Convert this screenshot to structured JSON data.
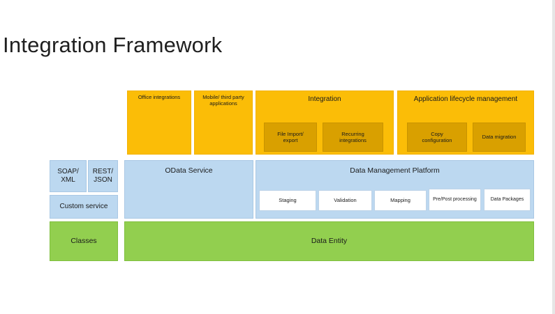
{
  "title": "Integration Framework",
  "diagram": {
    "top_row": {
      "office_integrations": "Office integrations",
      "mobile_apps": "Mobile/ third party\napplications",
      "integration": {
        "title": "Integration",
        "file_import": "File Import/\nexport",
        "recurring": "Recurring\nintegrations"
      },
      "alm": {
        "title": "Application lifecycle management",
        "copy_config": "Copy\nconfiguration",
        "data_migration": "Data migration"
      }
    },
    "middle_row": {
      "soap_xml": "SOAP/\nXML",
      "rest_json": "REST/\nJSON",
      "custom_service": "Custom service",
      "odata_service": "OData Service",
      "dmp": {
        "title": "Data Management Platform",
        "items": [
          "Staging",
          "Validation",
          "Mapping",
          "Pre/Post processing",
          "Data Packages"
        ]
      }
    },
    "bottom_row": {
      "classes": "Classes",
      "data_entity": "Data Entity"
    }
  },
  "colors": {
    "yellow": "#fbbd07",
    "dark_yellow": "#d9a000",
    "blue": "#bcd8f0",
    "green": "#92cf4f"
  }
}
